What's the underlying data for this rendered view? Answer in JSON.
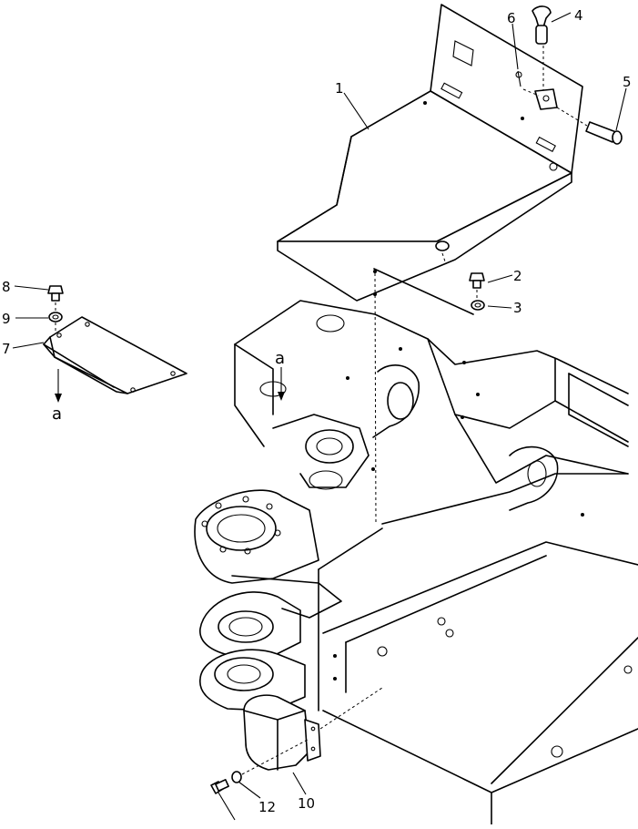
{
  "callouts": {
    "c1": "1",
    "c2": "2",
    "c3": "3",
    "c4": "4",
    "c5": "5",
    "c6": "6",
    "c7": "7",
    "c8": "8",
    "c9": "9",
    "c10": "10",
    "c12": "12"
  },
  "view_markers": {
    "detail_a_frame": "a",
    "detail_a_part": "a"
  }
}
